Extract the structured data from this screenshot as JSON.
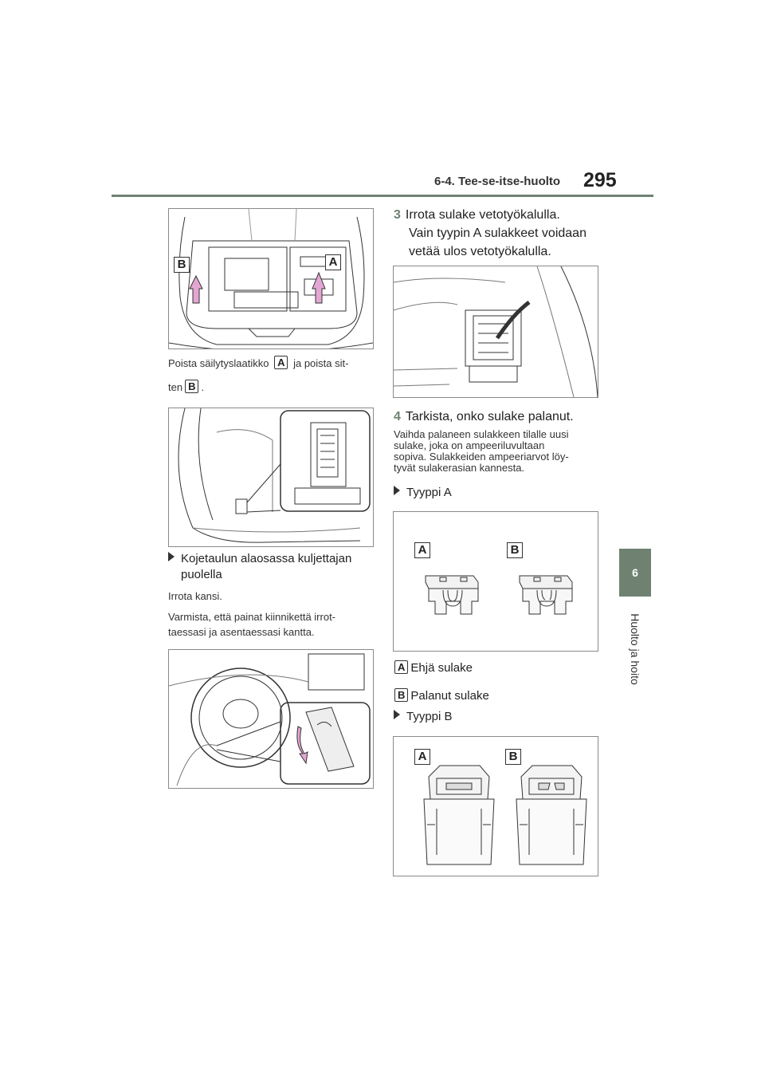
{
  "header": {
    "section": "6-4. Tee-se-itse-huolto",
    "page_number": "295"
  },
  "side_tab": {
    "number": "6",
    "title": "Huolto ja hoito"
  },
  "left": {
    "caption1_part1": "Poista säilytyslaatikko",
    "caption1_label_a": "A",
    "caption1_part2": "ja poista sit-",
    "caption1_part3": "ten",
    "caption1_label_b": "B",
    "caption1_part4": ".",
    "fig1_callout_a": "A",
    "fig1_callout_b": "B",
    "bullet_line1": "Kojetaulun alaosassa kuljettajan",
    "bullet_line2": "puolella",
    "para1": "Irrota kansi.",
    "para2_line1": "Varmista, että painat kiinnikettä irrot-",
    "para2_line2": "taessasi ja asentaessasi kantta."
  },
  "right": {
    "step3_num": "3",
    "step3_line1": "Irrota sulake vetotyökalulla.",
    "step3_line2": "Vain tyypin A sulakkeet voidaan",
    "step3_line3": "vetää ulos vetotyökalulla.",
    "step4_num": "4",
    "step4_text": "Tarkista, onko sulake palanut.",
    "para_line1": "Vaihda palaneen sulakkeen tilalle uusi",
    "para_line2": "sulake, joka on ampeeriluvultaan",
    "para_line3": "sopiva. Sulakkeiden ampeeriarvot löy-",
    "para_line4": "tyvät sulakerasian kannesta.",
    "type_a_bullet": "Tyyppi A",
    "fig_a_label_a": "A",
    "fig_a_label_b": "B",
    "legend_a_label": "A",
    "legend_a_text": "Ehjä sulake",
    "legend_b_label": "B",
    "legend_b_text": "Palanut sulake",
    "type_b_bullet": "Tyyppi B",
    "fig_b_label_a": "A",
    "fig_b_label_b": "B"
  }
}
